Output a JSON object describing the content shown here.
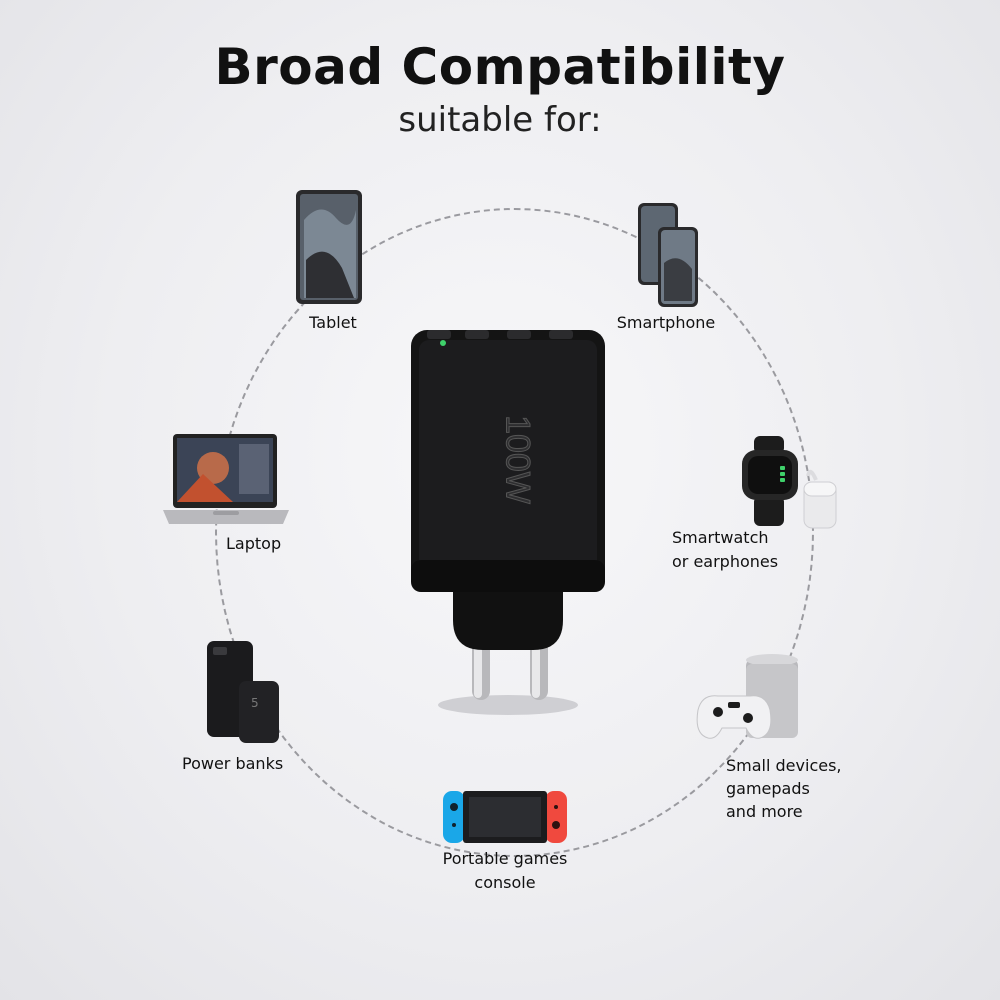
{
  "header": {
    "title": "Broad Compatibility",
    "subtitle": "suitable for:"
  },
  "charter": {
    "power_label": "100W"
  },
  "devices": {
    "tablet": "Tablet",
    "smartphone": "Smartphone",
    "laptop": "Laptop",
    "smartwatch_line1": "Smartwatch",
    "smartwatch_line2": "or earphones",
    "powerbank": "Power banks",
    "powerbank_logo": "5",
    "small_line1": "Small devices,",
    "small_line2": "gamepads",
    "small_line3": "and more",
    "console_line1": "Portable games",
    "console_line2": "console"
  },
  "colors": {
    "charger_body": "#141414",
    "joycon_blue": "#1aa7e8",
    "joycon_red": "#f0493e",
    "ring": "#9a9a9f"
  }
}
